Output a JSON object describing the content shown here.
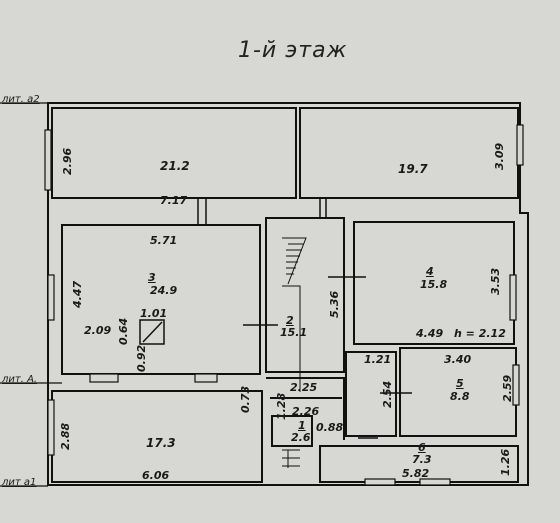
{
  "title": "1-й этаж",
  "axes": {
    "a2": "лит. а2",
    "A": "лит. А.",
    "a1": "лит а1"
  },
  "rooms": {
    "r_a2_left_area": "21.2",
    "r_a2_left_dim": "2.96",
    "r_a2_right_area": "19.7",
    "r_a2_right_dim": "3.09",
    "r3_top_dim": "7.17",
    "r3_width": "5.71",
    "r3_num": "3",
    "r3_area": "24.9",
    "r3_left_dim": "4.47",
    "r3_dim_209": "2.09",
    "stove_101": "1.01",
    "stove_064": "0.64",
    "stove_092": "0.92",
    "r2_num": "2",
    "r2_area": "15.1",
    "r2_dim": "5.36",
    "r4_num": "4",
    "r4_area": "15.8",
    "r4_dim": "3.53",
    "r4_width": "4.49",
    "height": "h = 2.12",
    "r5_w": "1.21",
    "r5_dim_340": "3.40",
    "r5_num": "5",
    "r5_area": "8.8",
    "r5_dim_254": "2.54",
    "r5_dim_259": "2.59",
    "corr_225": "2.25",
    "corr_073": "0.73",
    "corr_128": "1.28",
    "corr_226": "2.26",
    "r1_num": "1",
    "r1_area": "2.6",
    "corr_088": "0.88",
    "r_a1_area": "17.3",
    "r_a1_dim": "2.88",
    "r_a1_width": "6.06",
    "r6_num": "6",
    "r6_area": "7.3",
    "r6_width": "5.82",
    "r6_dim": "1.26"
  }
}
